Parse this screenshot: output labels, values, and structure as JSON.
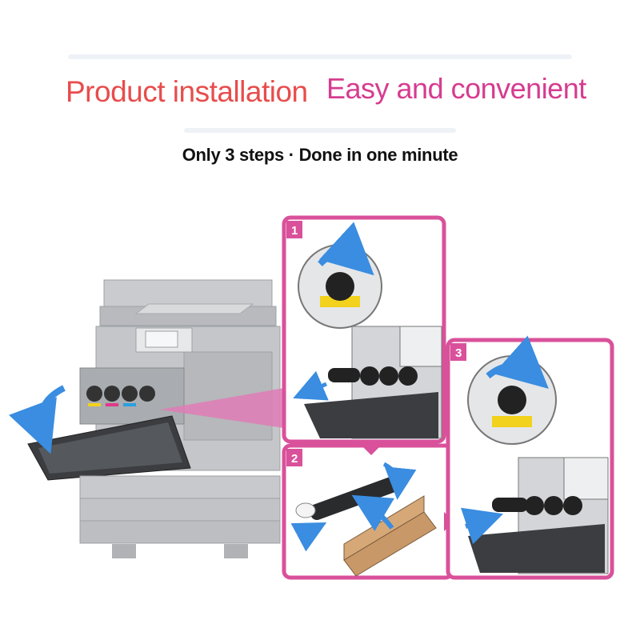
{
  "headline": {
    "part1": "Product installation",
    "part2": "Easy and convenient"
  },
  "subheadline": "Only 3 steps · Done in one minute",
  "steps": [
    {
      "number": "1",
      "icon": "rotate-lock-icon"
    },
    {
      "number": "2",
      "icon": "insert-cartridge-icon"
    },
    {
      "number": "3",
      "icon": "rotate-lock-icon"
    }
  ],
  "colors": {
    "accent_magenta": "#d9519a",
    "accent_red": "#e84c4c",
    "arrow_blue": "#3a8de0",
    "toner_cyan": "#2aa0e0",
    "toner_magenta": "#e0388a",
    "toner_yellow": "#f2d21c",
    "printer_gray": "#bfc1c4"
  }
}
